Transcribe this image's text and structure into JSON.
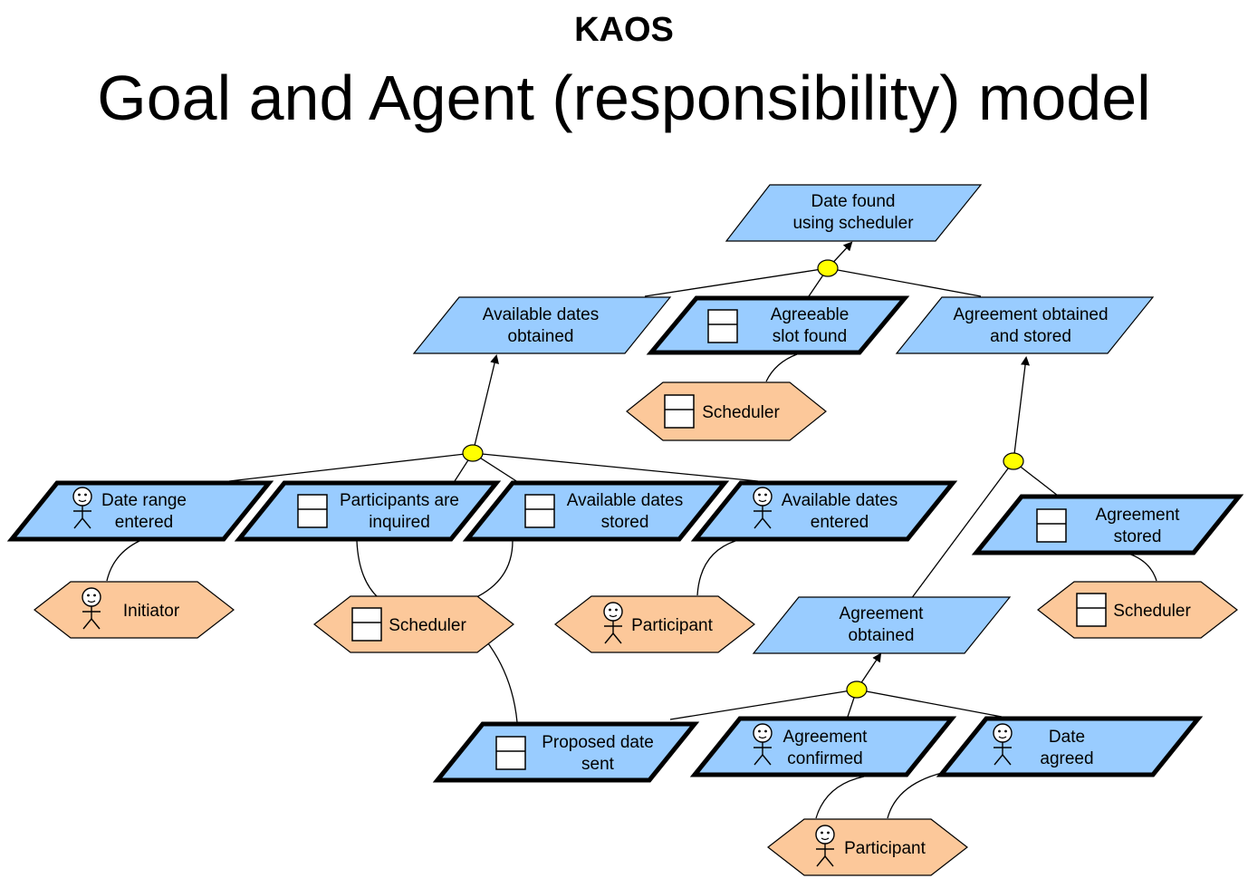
{
  "header": {
    "subtitle": "KAOS",
    "title": "Goal and Agent (responsibility) model"
  },
  "colors": {
    "goal_fill": "#99ccff",
    "agent_fill": "#fcc89a",
    "refinement_node": "#ffff00",
    "stroke": "#000000"
  },
  "goals": {
    "date_found": [
      "Date found",
      "using scheduler"
    ],
    "available_dates_obtained": [
      "Available dates",
      "obtained"
    ],
    "agreeable_slot_found": [
      "Agreeable",
      "slot found"
    ],
    "agreement_obtained_stored": [
      "Agreement obtained",
      "and stored"
    ],
    "date_range_entered": [
      "Date range",
      "entered"
    ],
    "participants_inquired": [
      "Participants are",
      "inquired"
    ],
    "available_dates_stored": [
      "Available dates",
      "stored"
    ],
    "available_dates_entered": [
      "Available dates",
      "entered"
    ],
    "agreement_stored": [
      "Agreement",
      "stored"
    ],
    "agreement_obtained": [
      "Agreement",
      "obtained"
    ],
    "proposed_date_sent": [
      "Proposed date",
      "sent"
    ],
    "agreement_confirmed": [
      "Agreement",
      "confirmed"
    ],
    "date_agreed": [
      "Date",
      "agreed"
    ]
  },
  "agents": {
    "scheduler_top": "Scheduler",
    "initiator": "Initiator",
    "scheduler_mid": "Scheduler",
    "participant_mid": "Participant",
    "scheduler_right": "Scheduler",
    "participant_bottom": "Participant"
  },
  "icons": {
    "software_agent": "software-agent-icon",
    "human_agent": "stick-figure-icon",
    "refinement": "refinement-node-icon"
  }
}
